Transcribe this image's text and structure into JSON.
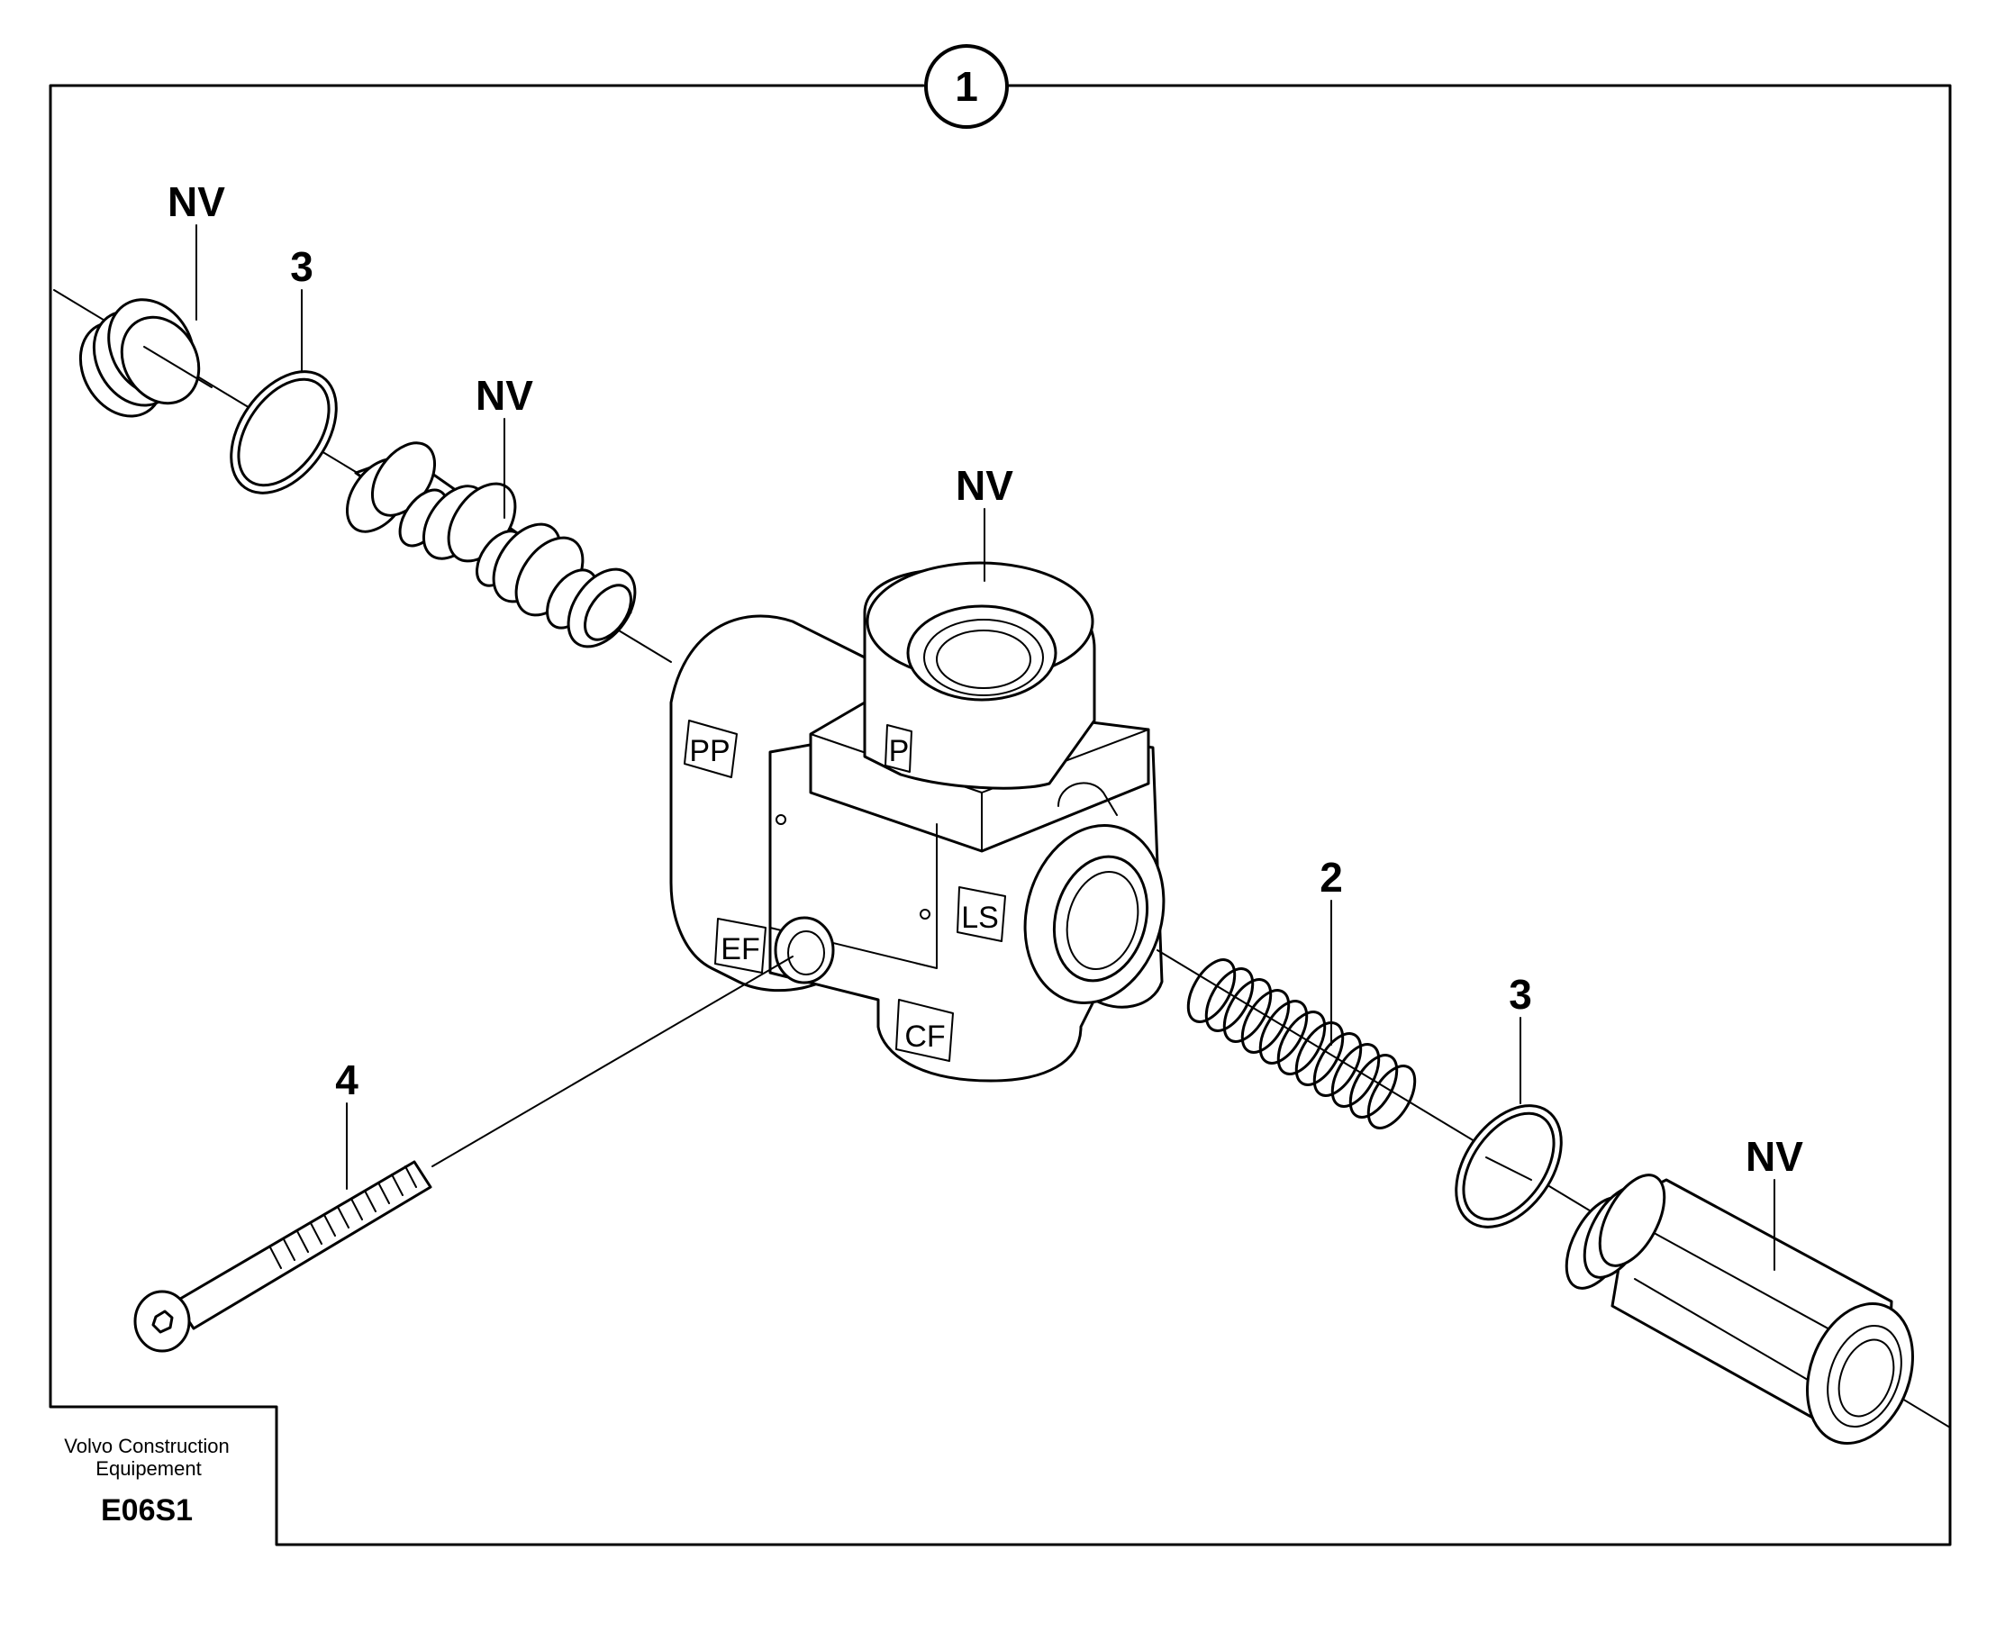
{
  "assembly_callout": "1",
  "labels": {
    "nv_plug_left": "NV",
    "seal_left": "3",
    "nv_spool": "NV",
    "nv_body": "NV",
    "spring": "2",
    "seal_right": "3",
    "nv_fitting": "NV",
    "screw": "4"
  },
  "port_labels": {
    "pp": "PP",
    "p": "P",
    "ls": "LS",
    "ef": "EF",
    "cf": "CF"
  },
  "footer": {
    "company_line1": "Volvo Construction",
    "company_line2": "Equipement",
    "code": "E06S1"
  }
}
